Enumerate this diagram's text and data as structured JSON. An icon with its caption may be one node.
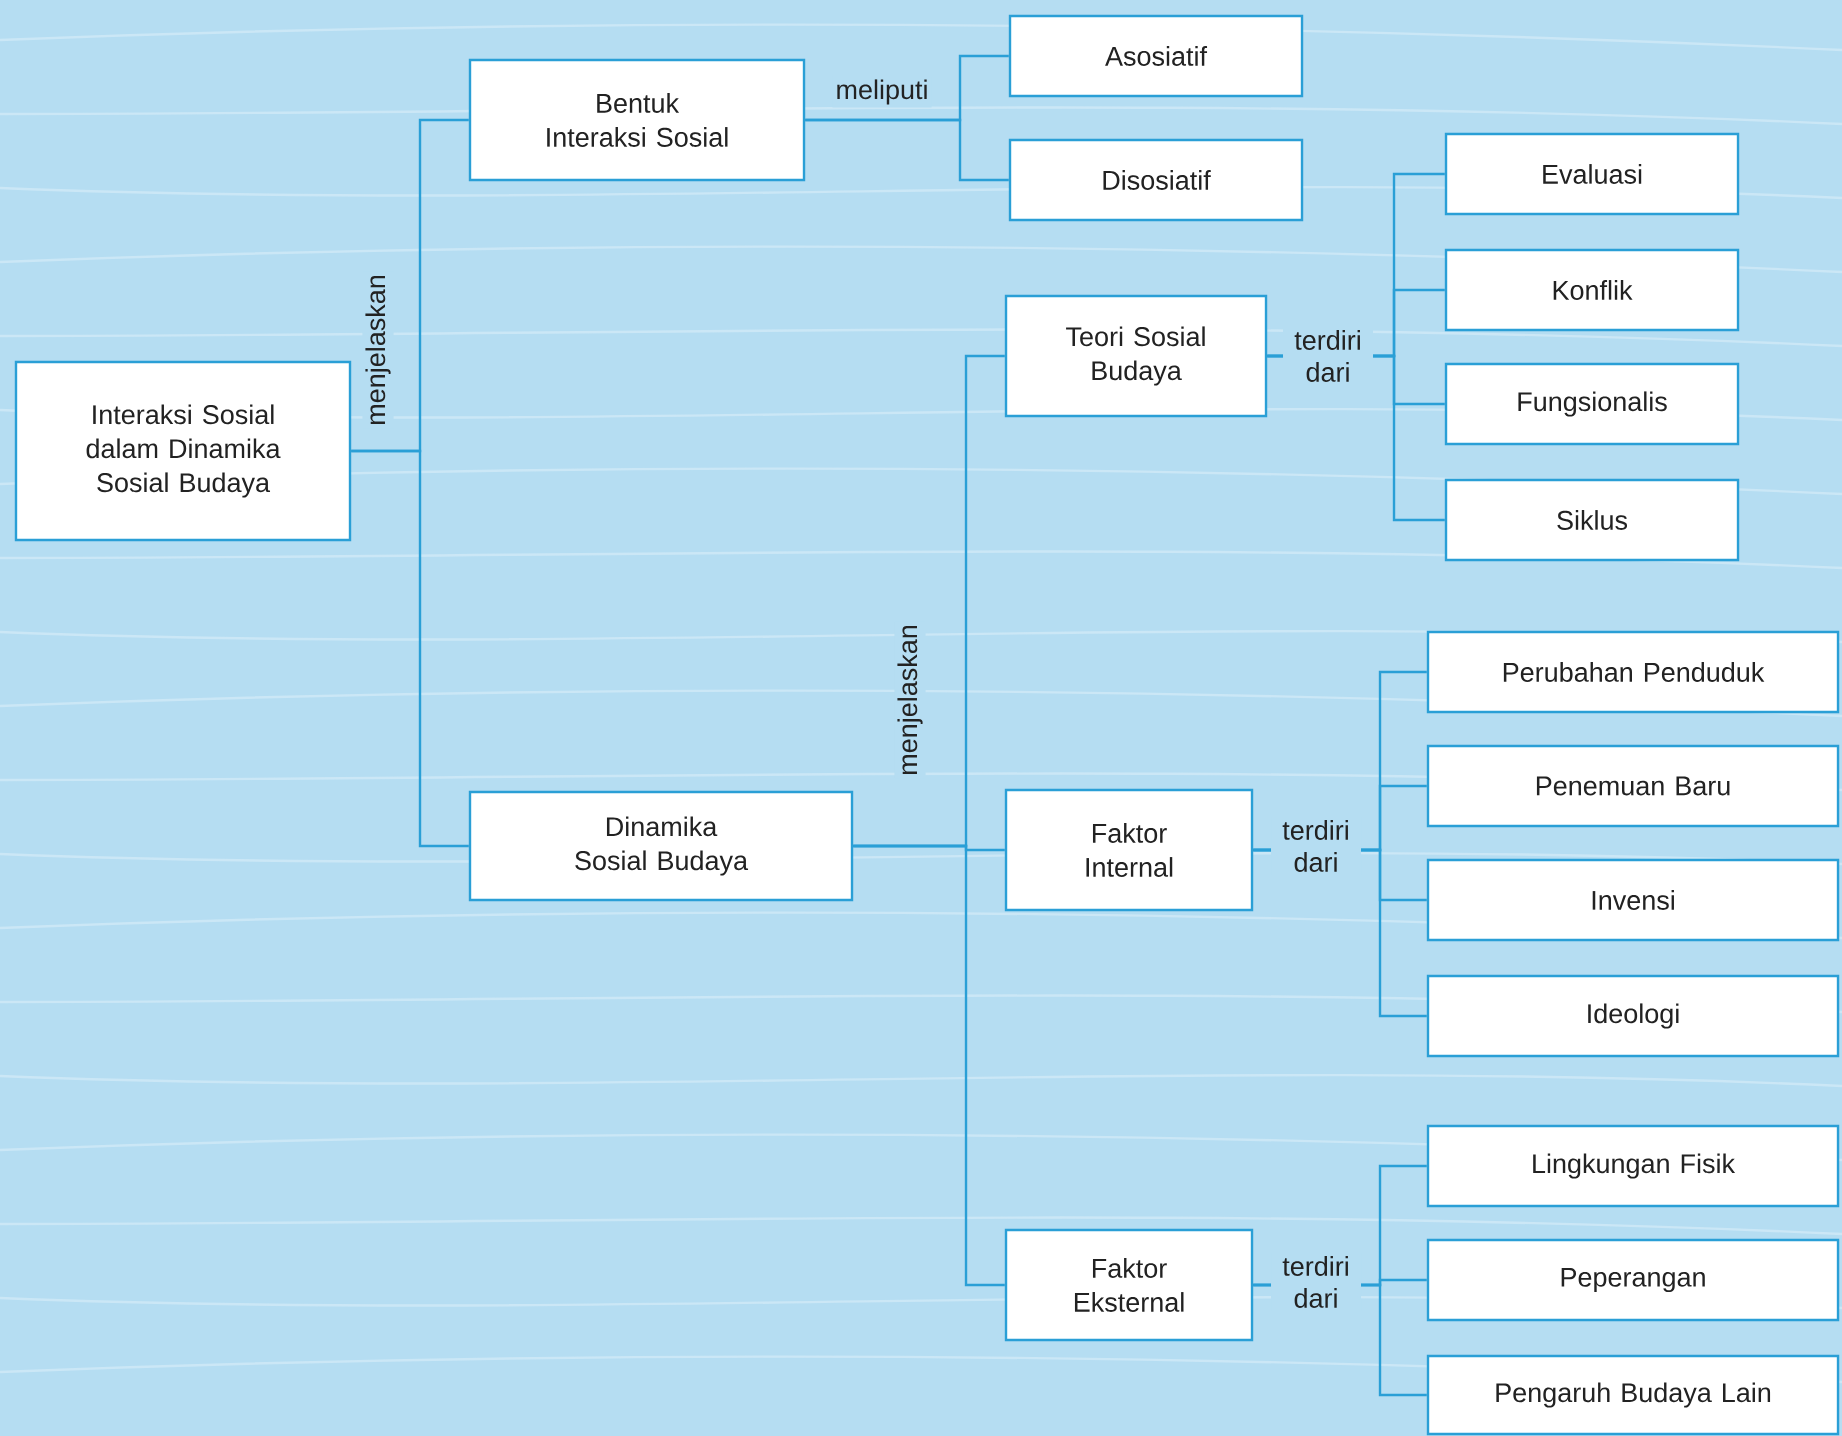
{
  "diagram": {
    "nodes": [
      {
        "text": [
          "Interaksi Sosial dalam Dinamika Sosial Budaya"
        ]
      },
      {
        "text": [
          "Bentuk Interaksi Sosial"
        ]
      },
      {
        "text": [
          "Asosiatif"
        ]
      },
      {
        "text": [
          "Disosiatif"
        ]
      },
      {
        "text": [
          "Dinamika Sosial Budaya"
        ]
      },
      {
        "text": [
          "Teori Sosial Budaya"
        ]
      },
      {
        "text": [
          "Evaluasi"
        ]
      },
      {
        "text": [
          "Konflik"
        ]
      },
      {
        "text": [
          "Fungsionalis"
        ]
      },
      {
        "text": [
          "Siklus"
        ]
      },
      {
        "text": [
          "Faktor Internal"
        ]
      },
      {
        "text": [
          "Perubahan Penduduk"
        ]
      },
      {
        "text": [
          "Penemuan Baru"
        ]
      },
      {
        "text": [
          "Invensi"
        ]
      },
      {
        "text": [
          "Ideologi"
        ]
      },
      {
        "text": [
          "Faktor Eksternal"
        ]
      },
      {
        "text": [
          "Lingkungan Fisik"
        ]
      },
      {
        "text": [
          "Peperangan"
        ]
      },
      {
        "text": [
          "Pengaruh Budaya Lain"
        ]
      }
    ],
    "edges": [
      {
        "from": 0,
        "to": 1,
        "arrow": "none",
        "label": "menjelaskan"
      },
      {
        "from": 0,
        "to": 4,
        "arrow": "none"
      },
      {
        "from": 1,
        "to": 2,
        "arrow": "none",
        "label": "meliputi"
      },
      {
        "from": 1,
        "to": 3,
        "arrow": "none"
      },
      {
        "from": 4,
        "to": 5,
        "arrow": "none",
        "label": "menjelaskan"
      },
      {
        "from": 4,
        "to": 10,
        "arrow": "none"
      },
      {
        "from": 4,
        "to": 15,
        "arrow": "none"
      },
      {
        "from": 5,
        "to": 6,
        "arrow": "none",
        "label": "terdiri dari"
      },
      {
        "from": 5,
        "to": 7,
        "arrow": "none"
      },
      {
        "from": 5,
        "to": 8,
        "arrow": "none"
      },
      {
        "from": 5,
        "to": 9,
        "arrow": "none"
      },
      {
        "from": 10,
        "to": 11,
        "arrow": "none",
        "label": "terdiri dari"
      },
      {
        "from": 10,
        "to": 12,
        "arrow": "none"
      },
      {
        "from": 10,
        "to": 13,
        "arrow": "none"
      },
      {
        "from": 10,
        "to": 14,
        "arrow": "none"
      },
      {
        "from": 15,
        "to": 16,
        "arrow": "none",
        "label": "terdiri dari"
      },
      {
        "from": 15,
        "to": 17,
        "arrow": "none"
      },
      {
        "from": 15,
        "to": 18,
        "arrow": "none"
      }
    ]
  }
}
